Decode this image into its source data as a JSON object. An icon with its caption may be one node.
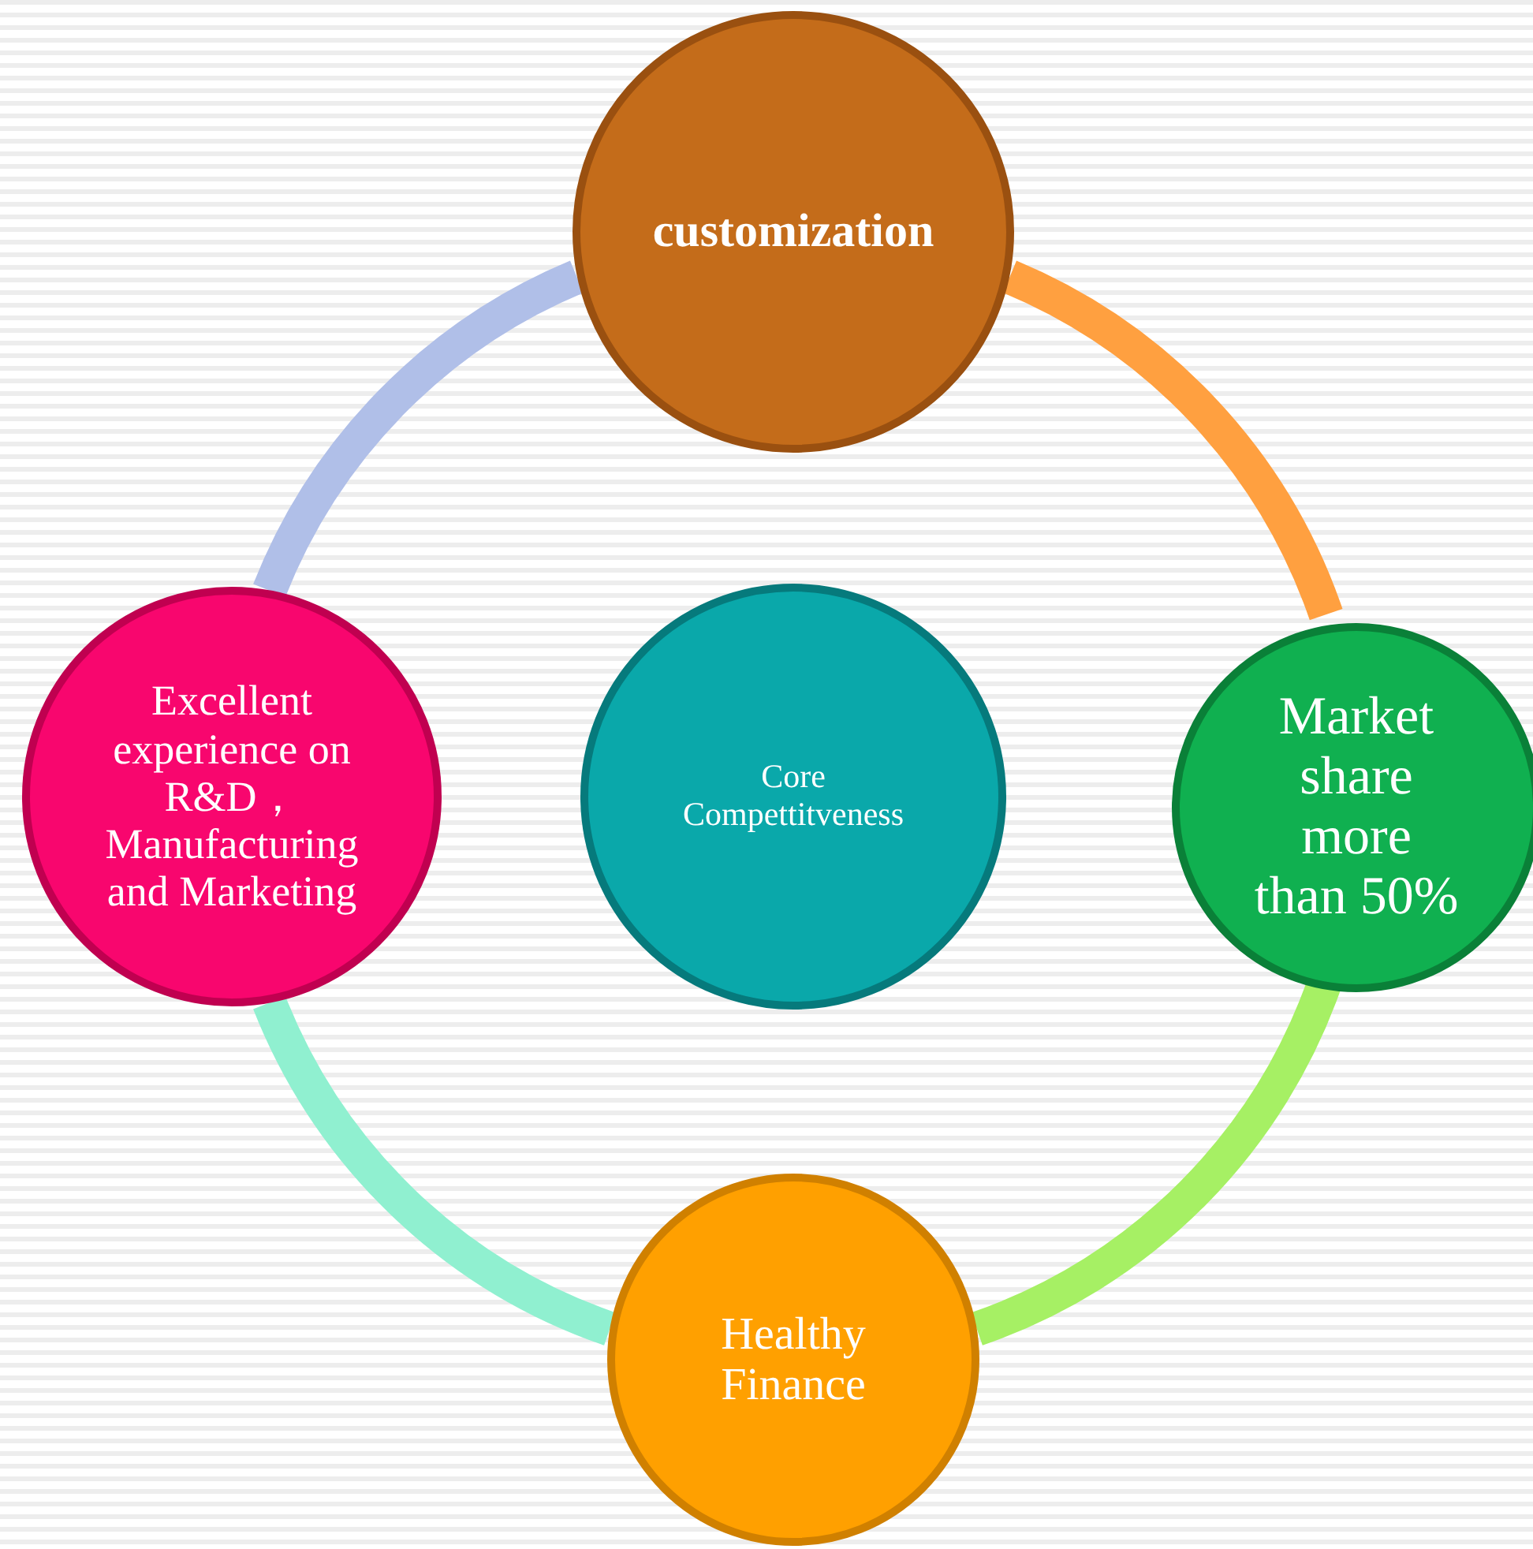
{
  "diagram": {
    "nodes": [
      {
        "text": [
          "customization"
        ]
      },
      {
        "text": [
          "Excellent experience on R&D， Manufacturing and Marketing"
        ]
      },
      {
        "text": [
          "Core Compettitveness"
        ]
      },
      {
        "text": [
          "Market share more than 50%"
        ]
      },
      {
        "text": [
          "Healthy Finance"
        ]
      }
    ],
    "edges": [
      {
        "from": 0,
        "to": 3,
        "arrow": "none",
        "color": "#ffa040"
      },
      {
        "from": 3,
        "to": 4,
        "arrow": "none",
        "color": "#a6f064"
      },
      {
        "from": 4,
        "to": 1,
        "arrow": "none",
        "color": "#90f0d0"
      },
      {
        "from": 1,
        "to": 0,
        "arrow": "none",
        "color": "#b0bfe8"
      }
    ]
  }
}
